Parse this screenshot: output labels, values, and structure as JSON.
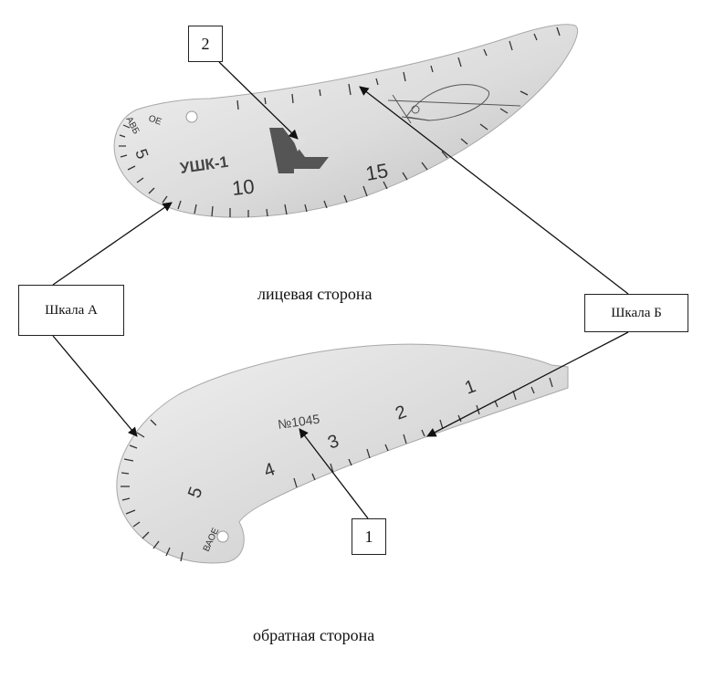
{
  "callouts": {
    "marker_2": "2",
    "marker_1": "1",
    "scale_a": "Шкала А",
    "scale_b": "Шкала Б"
  },
  "sides": {
    "front": "лицевая сторона",
    "back": "обратная сторона"
  },
  "front_gauge": {
    "model": "УШК-1",
    "num_10": "10",
    "num_15": "15",
    "num_5": "5",
    "tip_letters_1": "АВБ",
    "tip_letters_2": "ОЕ"
  },
  "back_gauge": {
    "serial": "№1045",
    "num_1": "1",
    "num_2": "2",
    "num_3": "3",
    "num_4": "4",
    "num_5": "5",
    "tip_letters": "ВАОЕ"
  },
  "colors": {
    "metal_light": "#e9e9e9",
    "metal_dark": "#b9b9b9",
    "ink": "#222222",
    "logo": "#555555"
  }
}
